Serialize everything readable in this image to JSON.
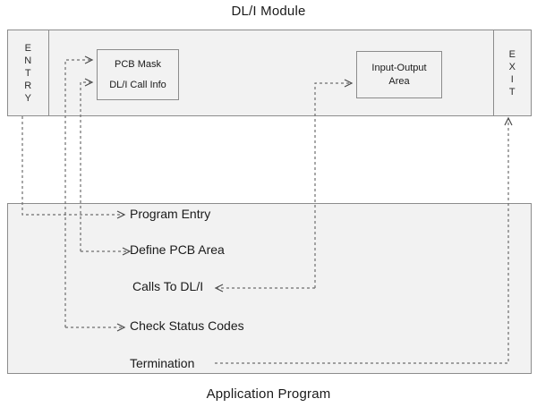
{
  "diagram": {
    "module_title": "DL/I Module",
    "app_title": "Application Program",
    "module_box": {
      "entry_label": "ENTRY",
      "exit_label": "EXIT",
      "inner_boxes": [
        {
          "id": "pcb-mask",
          "line1": "PCB Mask",
          "line2": "DL/I Call Info"
        },
        {
          "id": "io-area",
          "line1": "Input-Output",
          "line2": "Area"
        }
      ]
    },
    "app_box": {
      "steps": [
        {
          "label": "Program Entry"
        },
        {
          "label": "Define PCB Area"
        },
        {
          "label": "Calls To DL/I"
        },
        {
          "label": "Check Status Codes"
        },
        {
          "label": "Termination"
        }
      ]
    },
    "colors": {
      "box_fill": "#f2f2f2",
      "box_border": "#8c8c8c",
      "connector": "#6e6e6e",
      "text": "#1a1a1a",
      "page_background": "#ffffff"
    }
  }
}
